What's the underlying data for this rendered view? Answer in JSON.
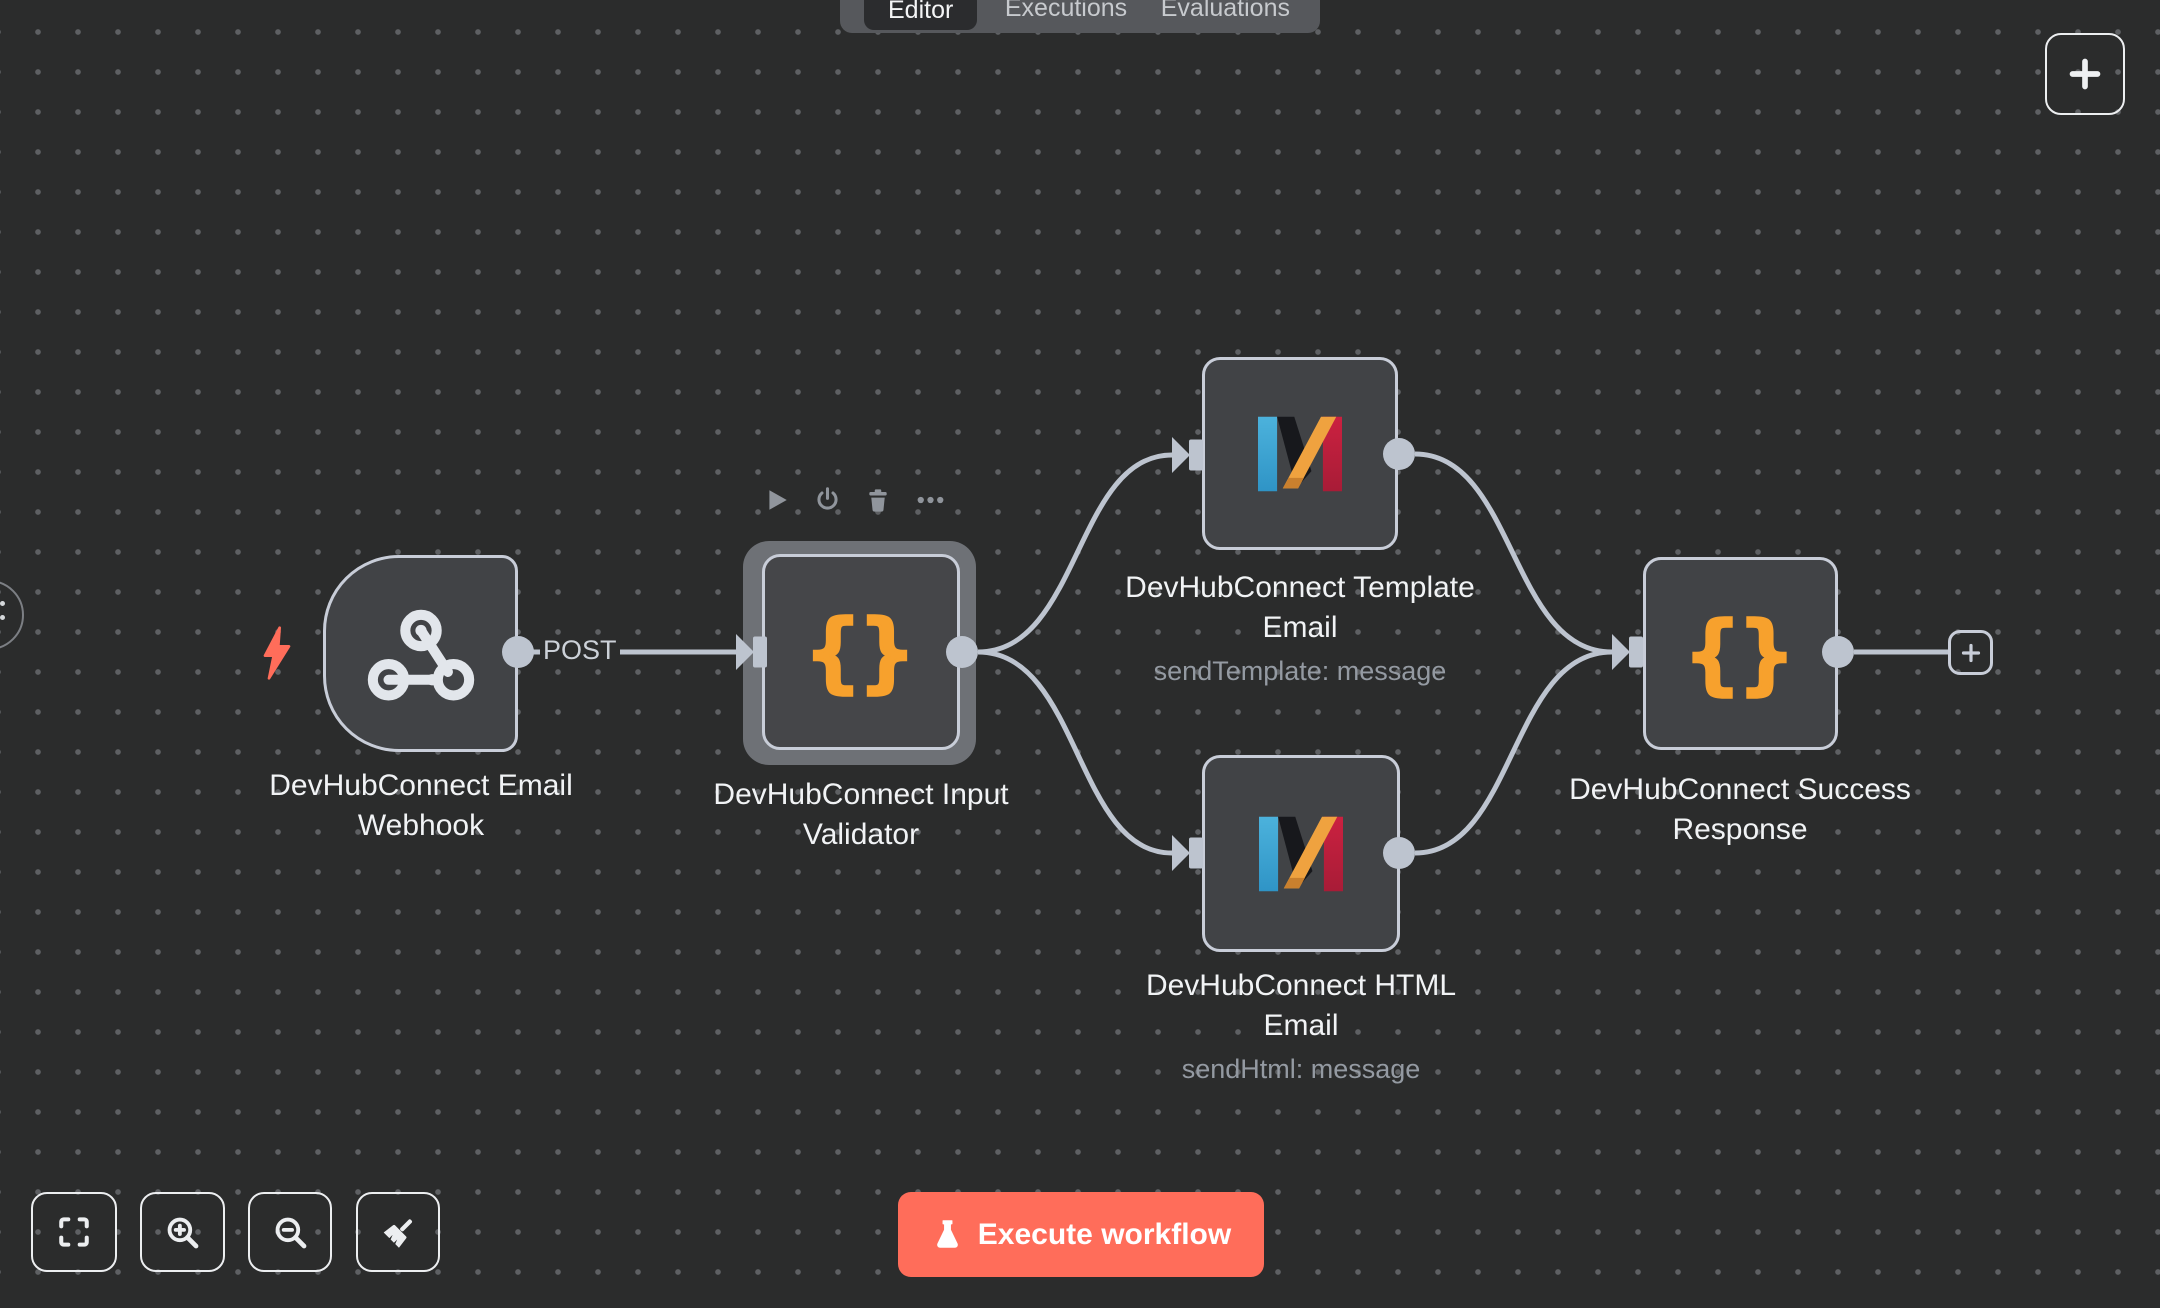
{
  "tabs": {
    "editor": "Editor",
    "executions": "Executions",
    "evaluations": "Evaluations"
  },
  "nodes": {
    "webhook": {
      "title1": "DevHubConnect Email",
      "title2": "Webhook"
    },
    "validator": {
      "title1": "DevHubConnect Input",
      "title2": "Validator"
    },
    "template": {
      "title1": "DevHubConnect Template",
      "title2": "Email",
      "subtitle": "sendTemplate: message"
    },
    "html": {
      "title1": "DevHubConnect HTML",
      "title2": "Email",
      "subtitle": "sendHtml: message"
    },
    "success": {
      "title1": "DevHubConnect Success",
      "title2": "Response"
    }
  },
  "connections": {
    "webhook_output_label": "POST"
  },
  "icons": {
    "code_glyph": "{}"
  },
  "execute": {
    "label": "Execute workflow"
  },
  "colors": {
    "canvas_bg": "#2b2c2c",
    "node_fill": "#414346",
    "node_border": "#c8cdd8",
    "connector": "#bdc4cf",
    "accent_orange": "#f7a12d",
    "coral": "#ff6d5a",
    "selection_halo": "#6e7176",
    "subtitle_grey": "#949aa2"
  }
}
